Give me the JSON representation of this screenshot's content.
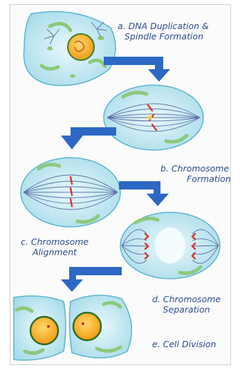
{
  "labels": {
    "a_line1": "a. DNA Duplication &",
    "a_line2": "Spindle Formation",
    "b_line1": "b. Chromosome",
    "b_line2": "Formation",
    "c_line1": "c. Chromosome",
    "c_line2": "Alignment",
    "d_line1": "d. Chromosome",
    "d_line2": "Separation",
    "e_line1": "e. Cell Division"
  },
  "colors": {
    "cell_fill": "#bfe6ef",
    "cell_stroke": "#5ab4cf",
    "nucleus_fill": "#f5a623",
    "nucleus_ring": "#3a7d2c",
    "organelle": "#8cc97a",
    "spindle": "#5c6fa8",
    "chromosome": "#d9382e",
    "arrow": "#2c68c4",
    "label": "#2c4a8c"
  }
}
